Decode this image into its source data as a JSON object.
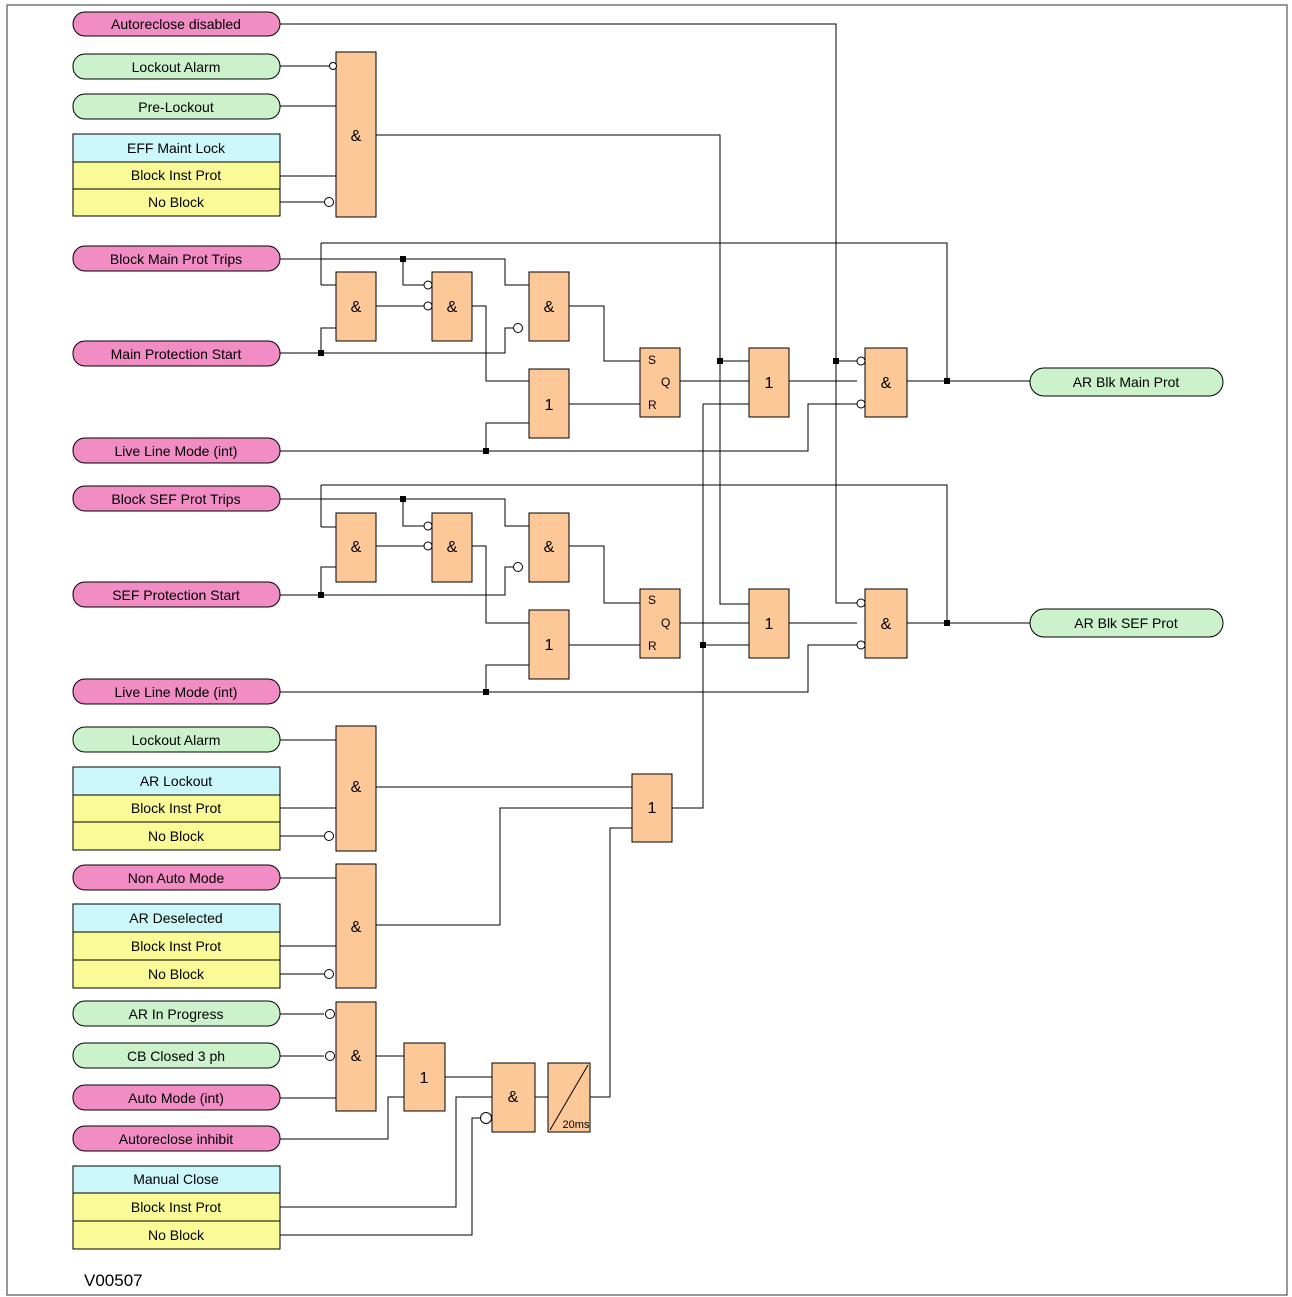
{
  "colors": {
    "pink": "#f28cc4",
    "green": "#ccf2cc",
    "cyan": "#ccf7fb",
    "yellow": "#fafa96",
    "gate": "#fcc898",
    "line": "#000000",
    "frame": "#555555"
  },
  "inputs": [
    {
      "key": "autoreclose_disabled",
      "text": "Autoreclose disabled",
      "kind": "pink"
    },
    {
      "key": "lockout_alarm_1",
      "text": "Lockout Alarm",
      "kind": "green"
    },
    {
      "key": "pre_lockout",
      "text": "Pre-Lockout",
      "kind": "green"
    },
    {
      "key": "block_main_prot_trips",
      "text": "Block Main Prot Trips",
      "kind": "pink"
    },
    {
      "key": "main_protection_start",
      "text": "Main Protection Start",
      "kind": "pink"
    },
    {
      "key": "live_line_mode_1",
      "text": "Live Line Mode  (int)",
      "kind": "pink"
    },
    {
      "key": "block_sef_prot_trips",
      "text": "Block SEF Prot Trips",
      "kind": "pink"
    },
    {
      "key": "sef_protection_start",
      "text": "SEF Protection Start",
      "kind": "pink"
    },
    {
      "key": "live_line_mode_2",
      "text": "Live Line Mode  (int)",
      "kind": "pink"
    },
    {
      "key": "lockout_alarm_2",
      "text": "Lockout Alarm",
      "kind": "green"
    },
    {
      "key": "non_auto_mode",
      "text": "Non Auto Mode",
      "kind": "pink"
    },
    {
      "key": "ar_in_progress",
      "text": "AR In Progress",
      "kind": "green"
    },
    {
      "key": "cb_closed_3ph",
      "text": "CB Closed 3  ph",
      "kind": "green"
    },
    {
      "key": "auto_mode_int",
      "text": "Auto Mode  (int)",
      "kind": "pink"
    },
    {
      "key": "autoreclose_inhibit",
      "text": "Autoreclose inhibit",
      "kind": "pink"
    }
  ],
  "setting_groups": [
    {
      "key": "eff_maint_lock",
      "rows": [
        "EFF Maint Lock",
        "Block Inst Prot",
        "No Block"
      ]
    },
    {
      "key": "ar_lockout",
      "rows": [
        "AR Lockout",
        "Block Inst Prot",
        "No Block"
      ]
    },
    {
      "key": "ar_deselected",
      "rows": [
        "AR Deselected",
        "Block Inst Prot",
        "No Block"
      ]
    },
    {
      "key": "manual_close",
      "rows": [
        "Manual Close",
        "Block Inst Prot",
        "No Block"
      ]
    }
  ],
  "outputs": [
    {
      "key": "ar_blk_main_prot",
      "text": "AR Blk Main Prot"
    },
    {
      "key": "ar_blk_sef_prot",
      "text": "AR Blk SEF Prot"
    }
  ],
  "gate_symbols": {
    "and": "&",
    "or": "1",
    "set": "S",
    "reset": "R",
    "out": "Q"
  },
  "timer_label": "20ms",
  "figure_ref": "V00507"
}
